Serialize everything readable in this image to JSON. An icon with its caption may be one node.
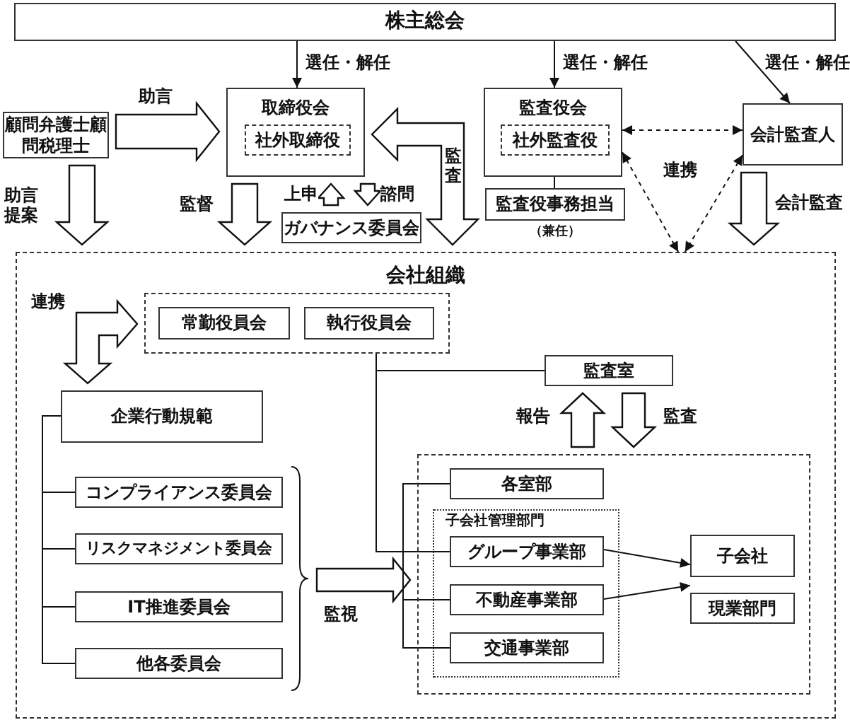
{
  "diagram": {
    "nodes": [
      {
        "text": [
          "株主総会"
        ]
      },
      {
        "text": [
          "取締役会"
        ]
      },
      {
        "text": [
          "社外取締役"
        ],
        "in": 1
      },
      {
        "text": [
          "監査役会"
        ]
      },
      {
        "text": [
          "社外監査役"
        ],
        "in": 3
      },
      {
        "text": [
          "会計監査人"
        ]
      },
      {
        "text": [
          "顧問弁護士顧問税理士"
        ]
      },
      {
        "text": [
          "ガバナンス委員会"
        ]
      },
      {
        "text": [
          "監査役事務担当"
        ],
        "beside": [
          "（兼任）"
        ]
      },
      {
        "text": [
          "会社組織"
        ]
      },
      {
        "text": [],
        "shape": "box",
        "in": 9
      },
      {
        "text": [
          "常勤役員会"
        ],
        "in": 10
      },
      {
        "text": [
          "執行役員会"
        ],
        "in": 10
      },
      {
        "text": [
          "監査室"
        ],
        "in": 9
      },
      {
        "text": [
          "企業行動規範"
        ],
        "in": 9
      },
      {
        "text": [
          "コンプライアンス委員会"
        ],
        "in": 9
      },
      {
        "text": [
          "リスクマネジメント委員会"
        ],
        "in": 9
      },
      {
        "text": [
          "IT推進委員会"
        ],
        "in": 9
      },
      {
        "text": [
          "他各委員会"
        ],
        "in": 9
      },
      {
        "text": [],
        "shape": "box",
        "in": 9
      },
      {
        "text": [
          "各室部"
        ],
        "in": 19
      },
      {
        "text": [
          "子会社管理部門"
        ],
        "in": 19
      },
      {
        "text": [
          "グループ事業部"
        ],
        "in": 21
      },
      {
        "text": [
          "不動産事業部"
        ],
        "in": 21
      },
      {
        "text": [
          "交通事業部"
        ],
        "in": 21
      },
      {
        "text": [
          "子会社"
        ],
        "in": 19
      },
      {
        "text": [
          "現業部門"
        ],
        "in": 19
      }
    ],
    "edges": [
      {
        "from": 0,
        "to": 1,
        "arrow": "to",
        "label": "選任・解任"
      },
      {
        "from": 0,
        "to": 3,
        "arrow": "to",
        "label": "選任・解任"
      },
      {
        "from": 0,
        "to": 5,
        "arrow": "to",
        "label": "選任・解任"
      },
      {
        "from": 6,
        "to": 1,
        "arrow": "to",
        "label": "助言",
        "style": "thick"
      },
      {
        "from": 6,
        "to": 9,
        "arrow": "to",
        "label": "助言提案",
        "style": "thick"
      },
      {
        "from": 1,
        "to": 9,
        "arrow": "to",
        "label": "監督",
        "style": "thick"
      },
      {
        "from": 7,
        "to": 1,
        "arrow": "to",
        "label": "上申",
        "style": "thick"
      },
      {
        "from": 1,
        "to": 7,
        "arrow": "to",
        "label": "諮問",
        "style": "thick"
      },
      {
        "from": 1,
        "to": 9,
        "arrow": "both",
        "label": "監査",
        "style": "thick"
      },
      {
        "from": 3,
        "to": 8,
        "arrow": "none"
      },
      {
        "from": 3,
        "to": 5,
        "arrow": "both",
        "label": "連携",
        "style": "dashed"
      },
      {
        "from": 3,
        "to": 9,
        "arrow": "both",
        "style": "dashed"
      },
      {
        "from": 5,
        "to": 9,
        "arrow": "both",
        "style": "dashed"
      },
      {
        "from": 5,
        "to": 9,
        "arrow": "to",
        "label": "会計監査",
        "style": "thick"
      },
      {
        "from": 10,
        "to": 14,
        "arrow": "both",
        "label": "連携",
        "style": "thick"
      },
      {
        "from": 10,
        "to": 13,
        "arrow": "none"
      },
      {
        "from": 10,
        "to": 22,
        "arrow": "none"
      },
      {
        "from": 13,
        "to": 19,
        "arrow": "to",
        "label": "監査",
        "style": "thick"
      },
      {
        "from": 19,
        "to": 13,
        "arrow": "to",
        "label": "報告",
        "style": "thick"
      },
      {
        "from": 14,
        "to": 15,
        "arrow": "none"
      },
      {
        "from": 14,
        "to": 16,
        "arrow": "none"
      },
      {
        "from": 14,
        "to": 17,
        "arrow": "none"
      },
      {
        "from": 14,
        "to": 18,
        "arrow": "none"
      },
      {
        "from": null,
        "to": 19,
        "arrow": "to",
        "label": "監視",
        "style": "thick"
      },
      {
        "from": 20,
        "to": 23,
        "arrow": "none"
      },
      {
        "from": 20,
        "to": 24,
        "arrow": "none"
      },
      {
        "from": 22,
        "to": 25,
        "arrow": "to"
      },
      {
        "from": 23,
        "to": 26,
        "arrow": "to"
      }
    ]
  }
}
